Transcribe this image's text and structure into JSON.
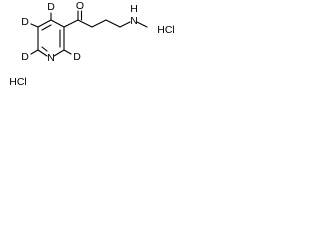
{
  "molecule": {
    "atoms": {
      "ring_d_top": "D",
      "ring_d_upper_left": "D",
      "ring_d_lower_left": "D",
      "ring_d_lower_right": "D",
      "ring_nitrogen": "N",
      "carbonyl_oxygen": "O",
      "amine_nh": "N",
      "amine_h": "H"
    },
    "salt_labels": {
      "hcl_right": "HCl",
      "hcl_bottom": "HCl"
    },
    "colors": {
      "bond": "#000000",
      "text": "#000000",
      "background": "#ffffff"
    }
  }
}
